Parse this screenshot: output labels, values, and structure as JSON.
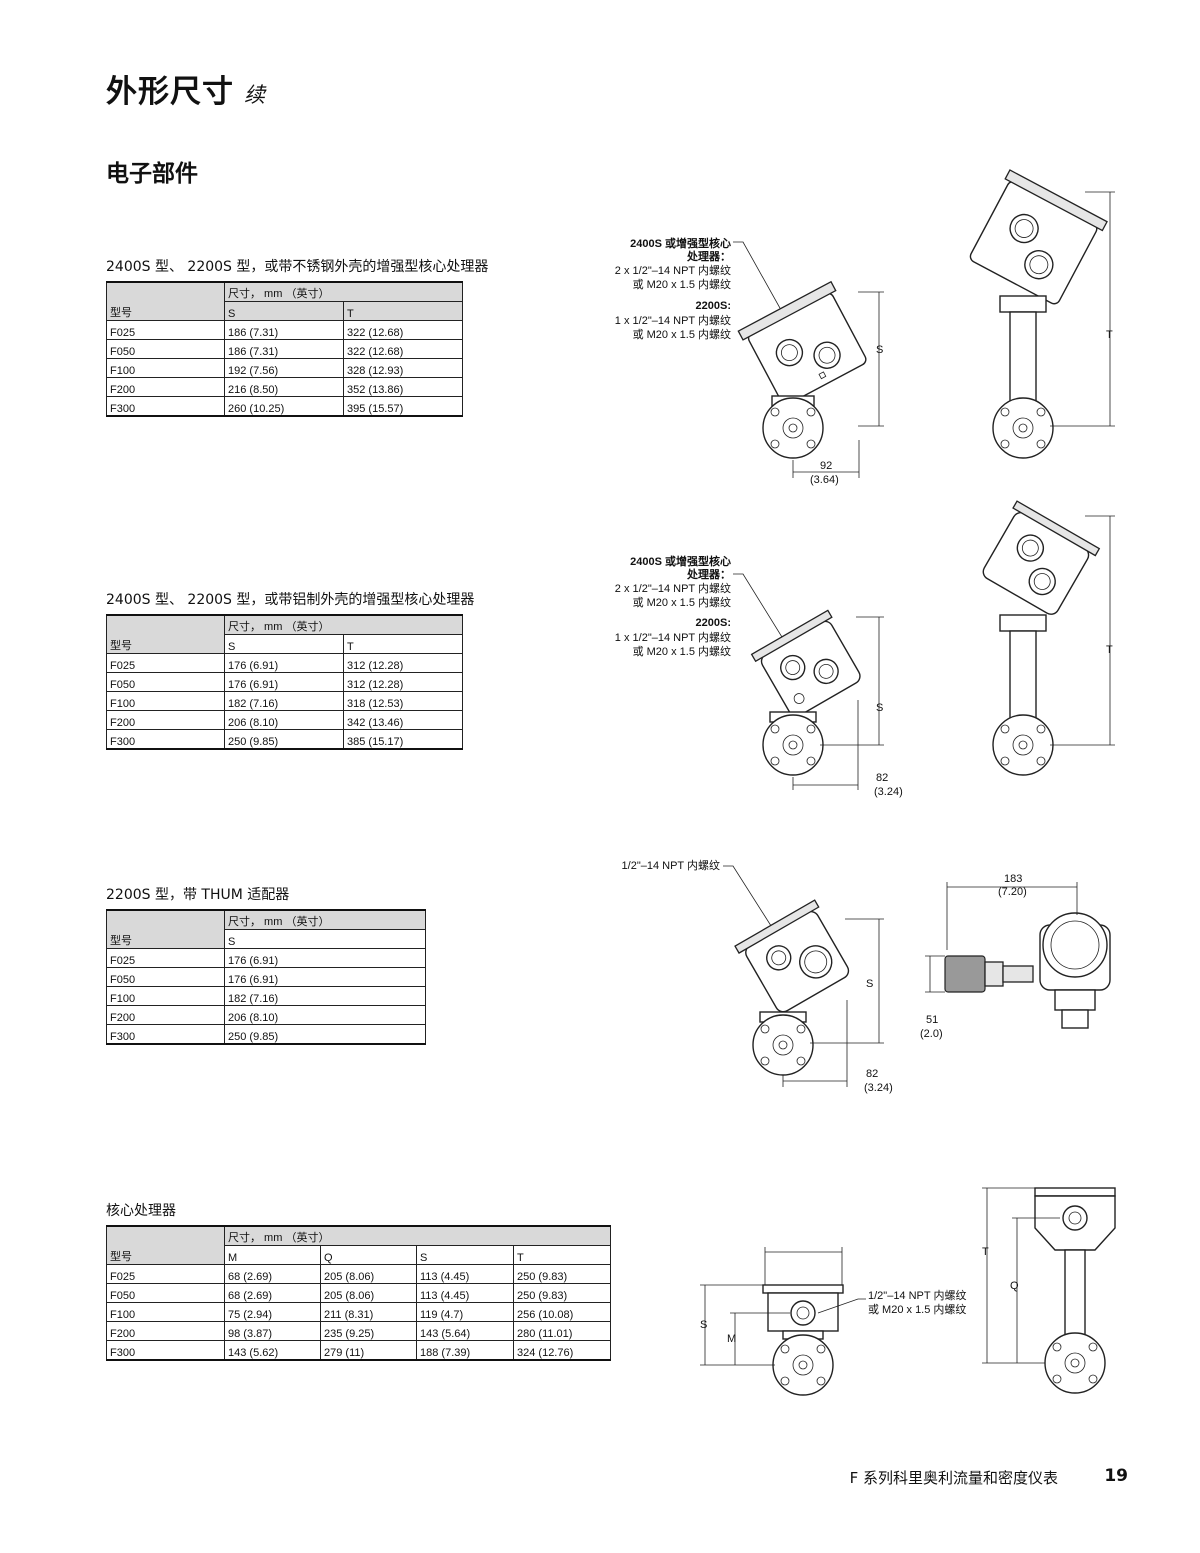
{
  "page": {
    "title": "外形尺寸",
    "title_suffix": "续",
    "section": "电子部件",
    "footer_text": "F 系列科里奥利流量和密度仪表",
    "page_number": "19"
  },
  "tables": [
    {
      "caption": "2400S 型、 2200S 型，或带不锈钢外壳的增强型核心处理器",
      "header_group": "尺寸， mm （英寸）",
      "model_label": "型号",
      "columns": [
        "S",
        "T"
      ],
      "rows": [
        {
          "model": "F025",
          "cells": [
            "186 (7.31)",
            "322 (12.68)"
          ]
        },
        {
          "model": "F050",
          "cells": [
            "186 (7.31)",
            "322 (12.68)"
          ]
        },
        {
          "model": "F100",
          "cells": [
            "192 (7.56)",
            "328 (12.93)"
          ]
        },
        {
          "model": "F200",
          "cells": [
            "216 (8.50)",
            "352 (13.86)"
          ]
        },
        {
          "model": "F300",
          "cells": [
            "260 (10.25)",
            "395 (15.57)"
          ]
        }
      ]
    },
    {
      "caption": "2400S 型、 2200S 型，或带铝制外壳的增强型核心处理器",
      "header_group": "尺寸， mm （英寸）",
      "model_label": "型号",
      "columns": [
        "S",
        "T"
      ],
      "rows": [
        {
          "model": "F025",
          "cells": [
            "176 (6.91)",
            "312 (12.28)"
          ]
        },
        {
          "model": "F050",
          "cells": [
            "176 (6.91)",
            "312 (12.28)"
          ]
        },
        {
          "model": "F100",
          "cells": [
            "182 (7.16)",
            "318 (12.53)"
          ]
        },
        {
          "model": "F200",
          "cells": [
            "206 (8.10)",
            "342 (13.46)"
          ]
        },
        {
          "model": "F300",
          "cells": [
            "250 (9.85)",
            "385 (15.17)"
          ]
        }
      ]
    },
    {
      "caption": "2200S 型，带 THUM 适配器",
      "header_group": "尺寸， mm （英寸）",
      "model_label": "型号",
      "columns": [
        "S"
      ],
      "rows": [
        {
          "model": "F025",
          "cells": [
            "176 (6.91)"
          ]
        },
        {
          "model": "F050",
          "cells": [
            "176 (6.91)"
          ]
        },
        {
          "model": "F100",
          "cells": [
            "182 (7.16)"
          ]
        },
        {
          "model": "F200",
          "cells": [
            "206 (8.10)"
          ]
        },
        {
          "model": "F300",
          "cells": [
            "250 (9.85)"
          ]
        }
      ]
    },
    {
      "caption": "核心处理器",
      "header_group": "尺寸， mm （英寸）",
      "model_label": "型号",
      "columns": [
        "M",
        "Q",
        "S",
        "T"
      ],
      "rows": [
        {
          "model": "F025",
          "cells": [
            "68 (2.69)",
            "205 (8.06)",
            "113 (4.45)",
            "250 (9.83)"
          ]
        },
        {
          "model": "F050",
          "cells": [
            "68 (2.69)",
            "205 (8.06)",
            "113 (4.45)",
            "250 (9.83)"
          ]
        },
        {
          "model": "F100",
          "cells": [
            "75 (2.94)",
            "211 (8.31)",
            "119 (4.7)",
            "256 (10.08)"
          ]
        },
        {
          "model": "F200",
          "cells": [
            "98 (3.87)",
            "235 (9.25)",
            "143 (5.64)",
            "280 (11.01)"
          ]
        },
        {
          "model": "F300",
          "cells": [
            "143 (5.62)",
            "279 (11)",
            "188 (7.39)",
            "324 (12.76)"
          ]
        }
      ]
    }
  ],
  "drawings": {
    "d1": {
      "note_title": "2400S 或增强型核心",
      "note_title2": "处理器：",
      "note_l1": "2 x 1/2\"–14 NPT 内螺纹",
      "note_l2": "或 M20 x 1.5 内螺纹",
      "note2_title": "2200S:",
      "note2_l1": "1 x 1/2\"–14 NPT 内螺纹",
      "note2_l2": "或 M20 x 1.5 内螺纹",
      "dim_s": "S",
      "dim_t": "T",
      "dim_w": "92",
      "dim_w_in": "(3.64)"
    },
    "d2": {
      "note_title": "2400S 或增强型核心",
      "note_title2": "处理器：",
      "note_l1": "2 x 1/2\"–14 NPT 内螺纹",
      "note_l2": "或 M20 x 1.5 内螺纹",
      "note2_title": "2200S:",
      "note2_l1": "1 x 1/2\"–14 NPT 内螺纹",
      "note2_l2": "或 M20 x 1.5 内螺纹",
      "dim_s": "S",
      "dim_t": "T",
      "dim_w": "82",
      "dim_w_in": "(3.24)"
    },
    "d3": {
      "note": "1/2\"–14 NPT 内螺纹",
      "dim_s": "S",
      "dim_w": "82",
      "dim_w_in": "(3.24)",
      "dim_len": "183",
      "dim_len_in": "(7.20)",
      "dim_h": "51",
      "dim_h_in": "(2.0)"
    },
    "d4": {
      "note_l1": "1/2\"–14 NPT 内螺纹",
      "note_l2": "或 M20 x 1.5 内螺纹",
      "dim_s": "S",
      "dim_m": "M",
      "dim_t": "T",
      "dim_q": "Q"
    }
  }
}
